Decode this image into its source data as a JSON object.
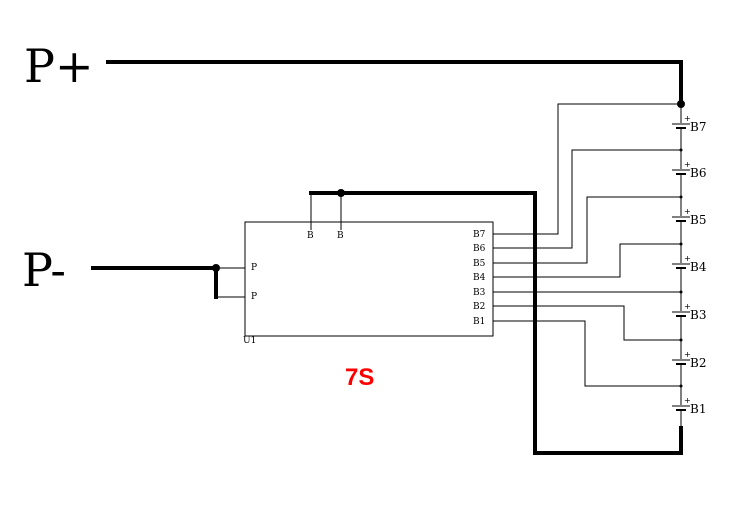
{
  "terminals": {
    "positive": "P+",
    "negative": "P-"
  },
  "ic": {
    "ref": "U1",
    "pins_right": [
      "B7",
      "B6",
      "B5",
      "B4",
      "B3",
      "B2",
      "B1"
    ],
    "pins_left": [
      "P",
      "P"
    ],
    "pins_top": [
      "B",
      "B"
    ]
  },
  "cells": [
    "B7",
    "B6",
    "B5",
    "B4",
    "B3",
    "B2",
    "B1"
  ],
  "plus_sign": "+",
  "config_label": "7S"
}
